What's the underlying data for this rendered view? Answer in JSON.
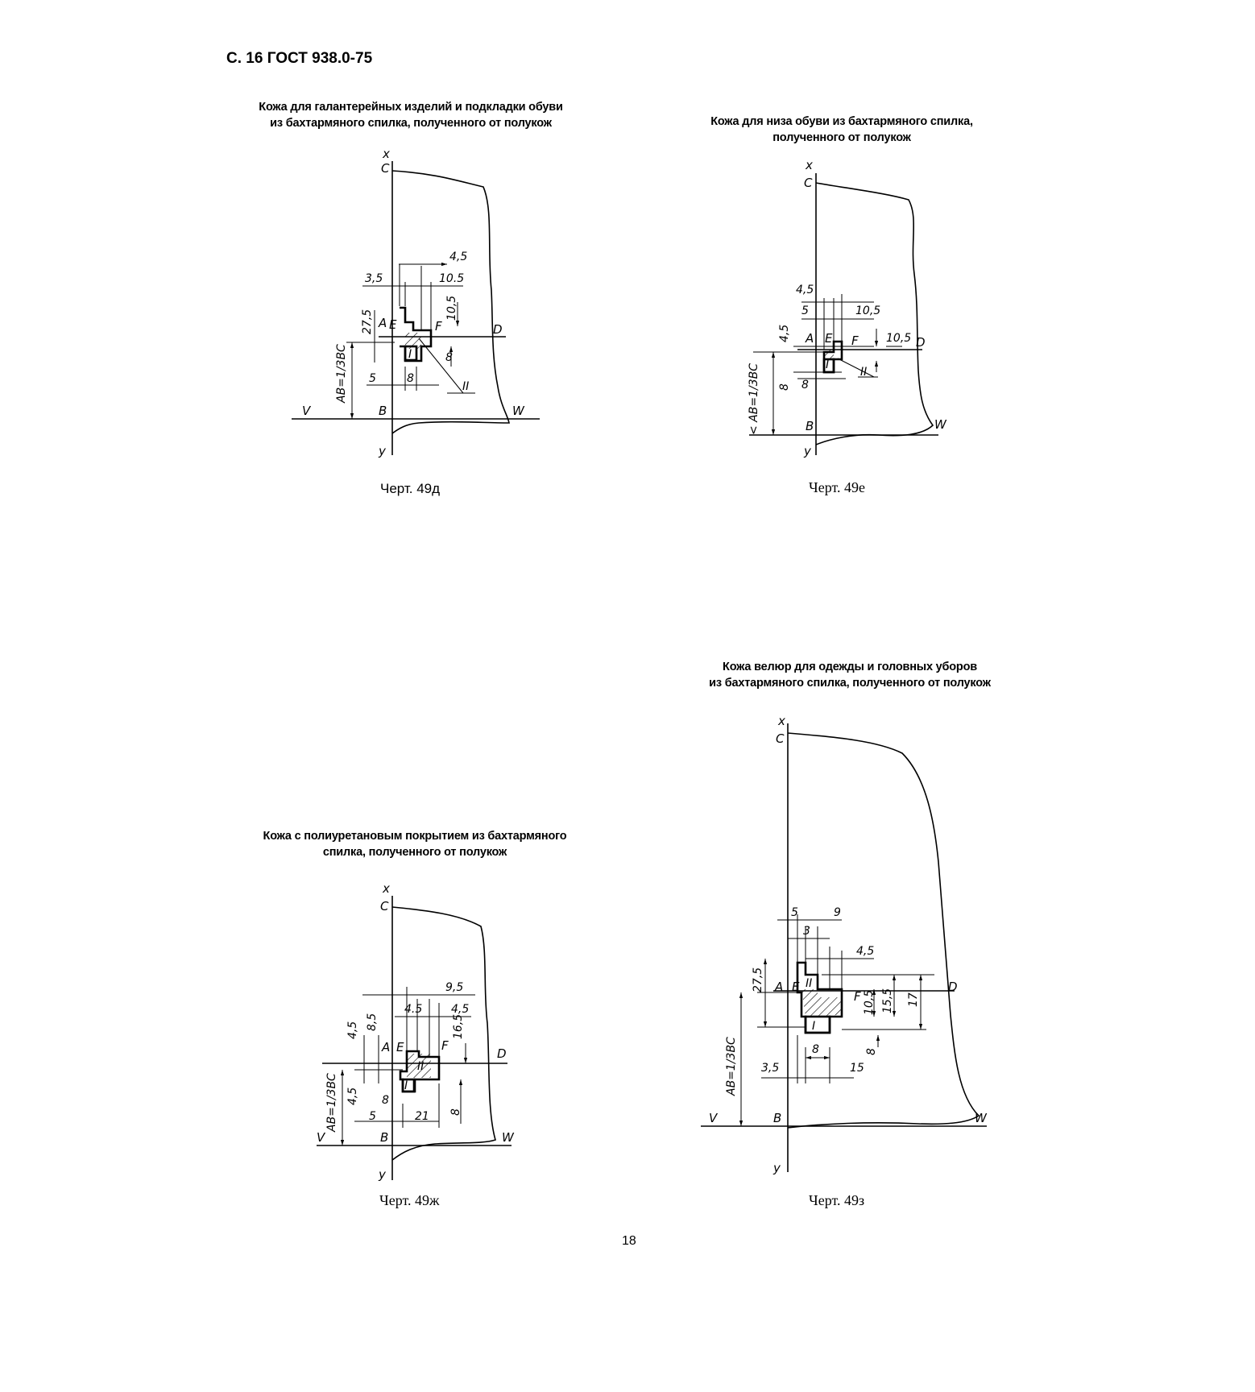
{
  "header": "С. 16 ГОСТ 938.0-75",
  "page_number": "18",
  "drawings": [
    {
      "title_lines": [
        "Кожа для галантерейных изделий и подкладки обуви",
        "из бахтармяного спилка, полученного от полукож"
      ],
      "caption": "Черт. 49д",
      "point_labels": {
        "x": "x",
        "c": "C",
        "a": "A",
        "e": "E",
        "f": "F",
        "d": "D",
        "b": "B",
        "v": "V",
        "w": "W",
        "y": "y",
        "r1": "I",
        "r2": "II",
        "ab": "AB=1/3BC"
      },
      "dims": [
        "4,5",
        "3,5",
        "10.5",
        "10,5",
        "27,5",
        "8",
        "5",
        "8"
      ]
    },
    {
      "title_lines": [
        "Кожа для низа обуви из бахтармяного спилка,",
        "полученного от полукож"
      ],
      "caption": "Черт. 49е",
      "point_labels": {
        "x": "x",
        "c": "C",
        "a": "A",
        "e": "E",
        "f": "F",
        "d": "D",
        "b": "B",
        "w": "W",
        "y": "y",
        "r1": "I",
        "r2": "II",
        "ab": "< AB=1/3BC"
      },
      "dims": [
        "4,5",
        "5",
        "10,5",
        "4,5",
        "10,5",
        "8",
        "8"
      ]
    },
    {
      "title_lines": [
        "Кожа с полиуретановым покрытием из бахтармяного",
        "спилка, полученного от полукож"
      ],
      "caption": "Черт. 49ж",
      "point_labels": {
        "x": "x",
        "c": "C",
        "a": "A",
        "e": "E",
        "f": "F",
        "d": "D",
        "b": "B",
        "v": "V",
        "w": "W",
        "y": "y",
        "r1": "I",
        "r2": "II",
        "ab": "AB=1/3BC"
      },
      "dims": [
        "9,5",
        "4.5",
        "4,5",
        "4,5",
        "8,5",
        "16,5",
        "4,5",
        "8",
        "5",
        "21",
        "8"
      ]
    },
    {
      "title_lines": [
        "Кожа велюр для одежды и головных уборов",
        "из бахтармяного спилка, полученного от полукож"
      ],
      "caption": "Черт. 49з",
      "point_labels": {
        "x": "x",
        "c": "C",
        "a": "A",
        "e": "E",
        "f": "F",
        "d": "D",
        "b": "B",
        "v": "V",
        "w": "W",
        "y": "y",
        "r1": "I",
        "r2": "II",
        "ab": "AB=1/3BC"
      },
      "dims": [
        "5",
        "9",
        "3",
        "4,5",
        "27,5",
        "10,5",
        "15,5",
        "17",
        "8",
        "8",
        "3,5",
        "15"
      ]
    }
  ]
}
